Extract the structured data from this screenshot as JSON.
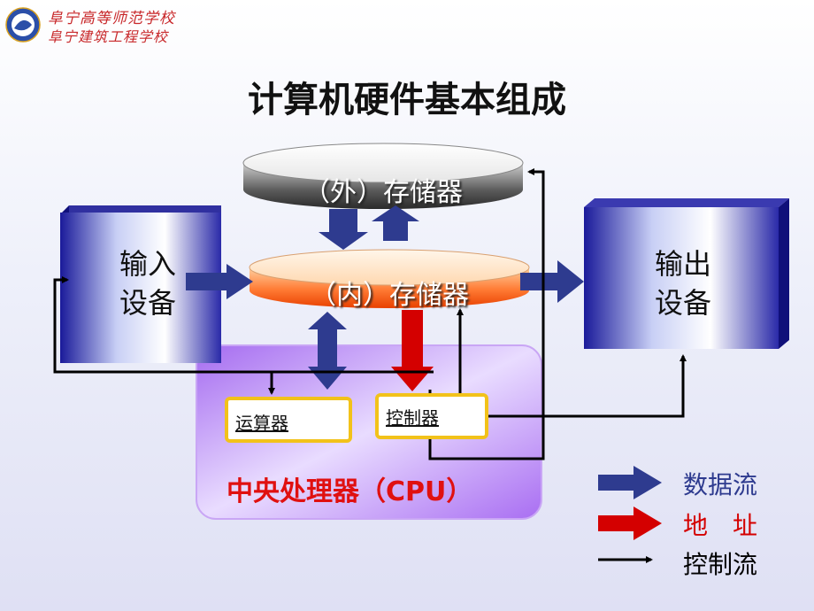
{
  "header": {
    "school_line1": "阜宁高等师范学校",
    "school_line2": "阜宁建筑工程学校"
  },
  "title": "计算机硬件基本组成",
  "nodes": {
    "external_memory": "（外）存储器",
    "internal_memory": "（内）存储器",
    "input_line1": "输入",
    "input_line2": "设备",
    "output_line1": "输出",
    "output_line2": "设备",
    "alu": "运算器",
    "control_unit": "控制器",
    "cpu": "中央处理器（CPU）"
  },
  "legend": {
    "data_flow": "数据流",
    "address": "地　址",
    "control_flow": "控制流"
  },
  "colors": {
    "data_arrow": "#2e3b8f",
    "address_arrow": "#d40000",
    "control_arrow": "#000000",
    "cpu_label": "#e01010",
    "school_text": "#c8282a"
  }
}
